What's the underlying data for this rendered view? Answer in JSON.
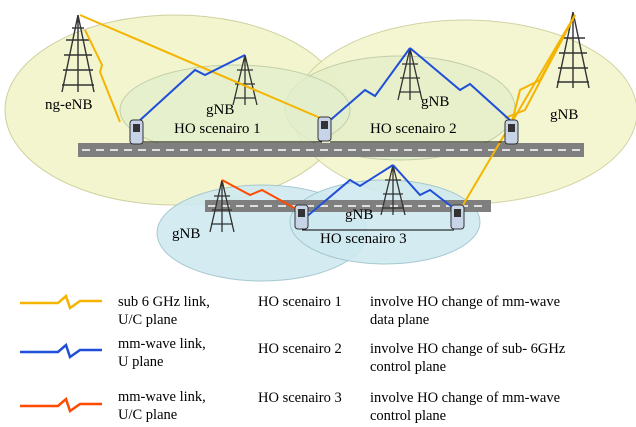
{
  "nodes": {
    "ng_enb": "ng-eNB",
    "gnb_left_center": "gNB",
    "gnb_top_center": "gNB",
    "gnb_right": "gNB",
    "gnb_bottom_left": "gNB",
    "gnb_bottom_center": "gNB"
  },
  "scenarios_on_diagram": {
    "ho1": "HO scenairo 1",
    "ho2": "HO scenairo 2",
    "ho3": "HO scenairo 3"
  },
  "legend": {
    "links": [
      {
        "line1": "sub 6 GHz link,",
        "line2": "U/C plane",
        "color": "#f5b400"
      },
      {
        "line1": "mm-wave link,",
        "line2": "U plane",
        "color": "#1f4fd8"
      },
      {
        "line1": "mm-wave link,",
        "line2": "U/C plane",
        "color": "#ff4a00"
      }
    ],
    "scenarios": [
      {
        "name": "HO scenairo 1",
        "desc_line1": "involve HO change of mm-wave",
        "desc_line2": "data plane"
      },
      {
        "name": "HO scenairo 2",
        "desc_line1": "involve HO change of sub- 6GHz",
        "desc_line2": "control plane"
      },
      {
        "name": "HO scenairo 3",
        "desc_line1": "involve HO change of mm-wave",
        "desc_line2": "control plane"
      }
    ]
  },
  "colors": {
    "sub6": "#f5b400",
    "mmwave_u": "#1f4fd8",
    "mmwave_uc": "#ff4a00",
    "road": "#7f7f7f",
    "cell_yellow": "#f2f5c9",
    "cell_blue": "#cfe9f0"
  }
}
